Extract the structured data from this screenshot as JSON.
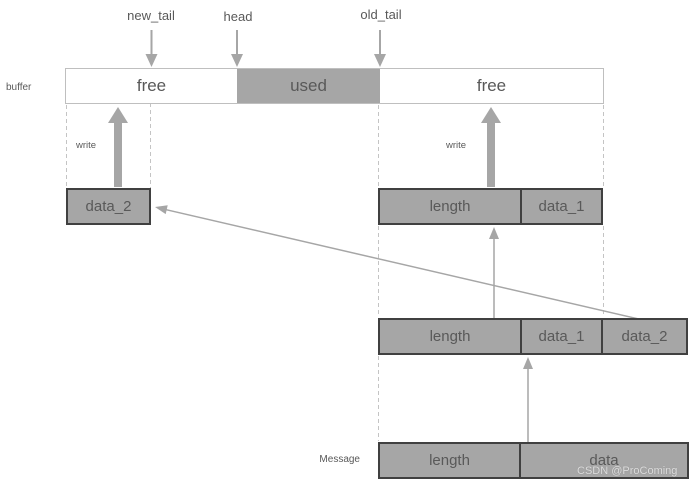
{
  "pointers": {
    "new_tail": "new_tail",
    "head": "head",
    "old_tail": "old_tail"
  },
  "buffer": {
    "label": "buffer",
    "segments": [
      {
        "label": "free",
        "state": "free"
      },
      {
        "label": "used",
        "state": "used"
      },
      {
        "label": "free",
        "state": "free"
      }
    ]
  },
  "annotations": {
    "write_left": "write",
    "write_right": "write",
    "message": "Message"
  },
  "boxes": {
    "data2_left": {
      "cells": [
        {
          "label": "data_2"
        }
      ]
    },
    "row1": {
      "cells": [
        {
          "label": "length"
        },
        {
          "label": "data_1"
        }
      ]
    },
    "row2": {
      "cells": [
        {
          "label": "length"
        },
        {
          "label": "data_1"
        },
        {
          "label": "data_2"
        }
      ]
    },
    "message": {
      "cells": [
        {
          "label": "length"
        },
        {
          "label": "data"
        }
      ]
    }
  },
  "watermark": "CSDN @ProComing",
  "colors": {
    "box_fill": "#a6a6a6",
    "box_border": "#404040",
    "used_fill": "#a6a6a6",
    "bar_border": "#bfbfbf",
    "text": "#595959",
    "arrow": "#a6a6a6",
    "dashed_line": "#c4c4c4",
    "watermark_text": "#dcdcdc"
  }
}
